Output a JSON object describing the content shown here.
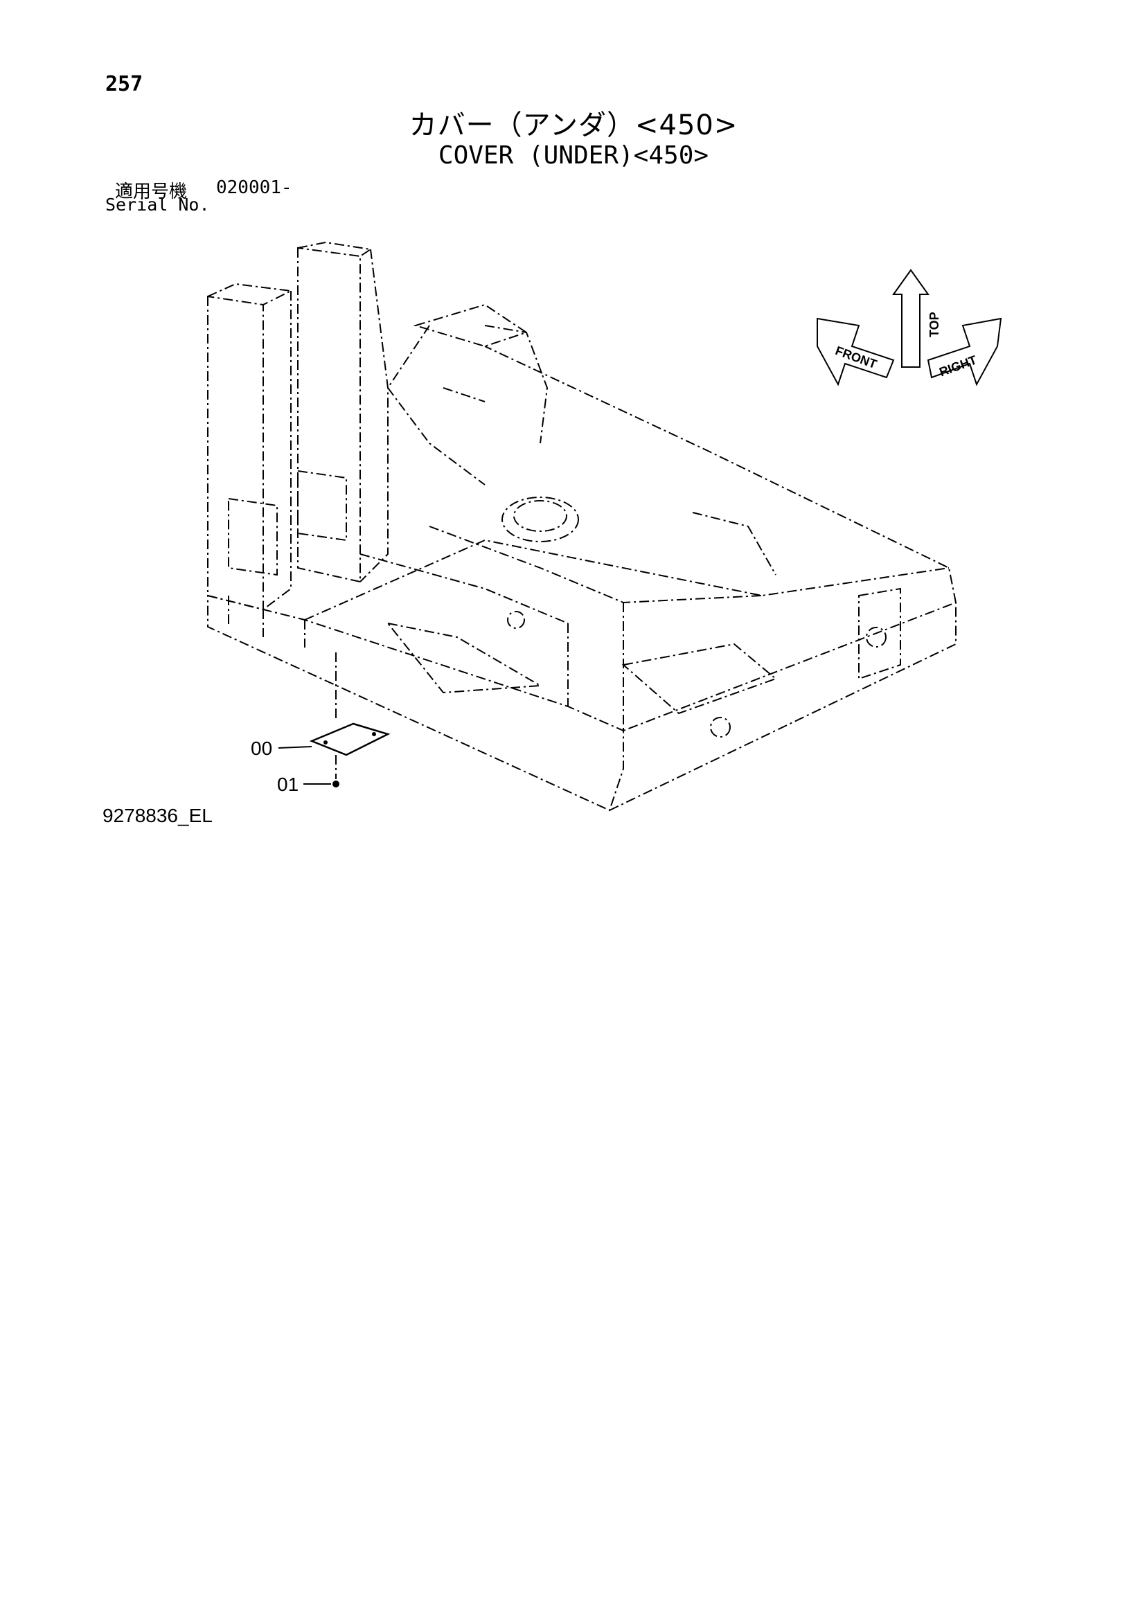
{
  "page": {
    "number": "257",
    "title_jp": "カバー（アンダ）<450>",
    "title_en": "COVER (UNDER)<450>",
    "serial_label_jp": "適用号機",
    "serial_value": "020001-",
    "serial_label_en": "Serial No.",
    "drawing_id": "9278836_EL"
  },
  "callouts": [
    {
      "label": "00"
    },
    {
      "label": "01"
    }
  ],
  "orientation": {
    "top": "TOP",
    "front": "FRONT",
    "right": "RIGHT"
  }
}
